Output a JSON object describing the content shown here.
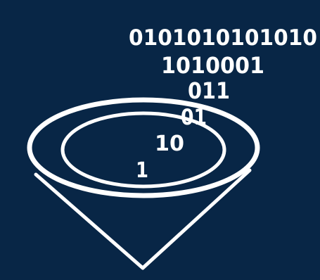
{
  "colors": {
    "background": "#082646",
    "foreground": "#ffffff"
  },
  "binary_stream": {
    "line_1": "0101010101010",
    "line_2": "1010001",
    "line_3": "011",
    "line_4": "01",
    "line_5": "10",
    "line_6": "1"
  },
  "icon": {
    "semantic_name": "data-funnel-icon"
  }
}
